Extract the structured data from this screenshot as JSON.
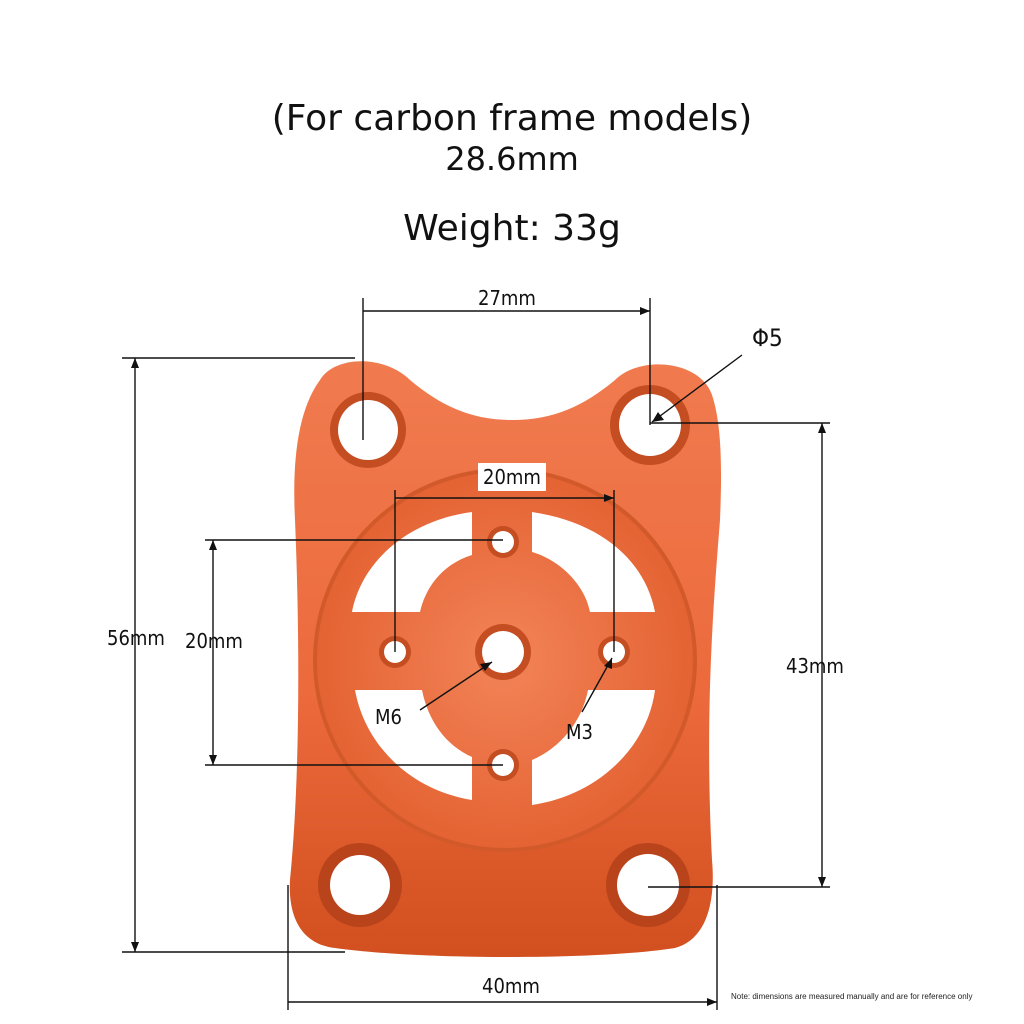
{
  "header": {
    "subtitle": "(For carbon frame models)",
    "size": "28.6mm",
    "weight": "Weight: 33g"
  },
  "dimensions": {
    "top_width": "27mm",
    "hole_diameter": "Φ5",
    "inner_width": "20mm",
    "total_height": "56mm",
    "inner_height": "20mm",
    "hole_spacing_vertical": "43mm",
    "bottom_width": "40mm"
  },
  "callouts": {
    "center_thread": "M6",
    "side_thread": "M3"
  },
  "note": "Note: dimensions are measured manually and are for reference only",
  "colors": {
    "part": "#e8663a",
    "part_shadow": "#c74a1f",
    "line": "#111111"
  }
}
